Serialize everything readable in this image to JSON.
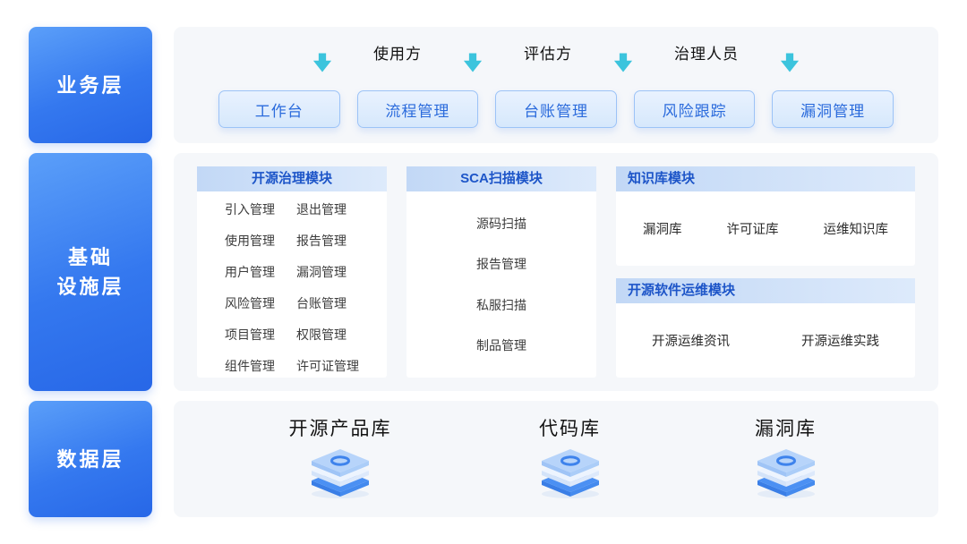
{
  "business_layer": {
    "label": "业务层",
    "actors": [
      "使用方",
      "评估方",
      "治理人员"
    ],
    "buttons": [
      "工作台",
      "流程管理",
      "台账管理",
      "风险跟踪",
      "漏洞管理"
    ]
  },
  "infrastructure_layer": {
    "label": "基础\n设施层",
    "modules": {
      "governance": {
        "title": "开源治理模块",
        "rows": [
          [
            "引入管理",
            "退出管理"
          ],
          [
            "使用管理",
            "报告管理"
          ],
          [
            "用户管理",
            "漏洞管理"
          ],
          [
            "风险管理",
            "台账管理"
          ],
          [
            "项目管理",
            "权限管理"
          ],
          [
            "组件管理",
            "许可证管理"
          ]
        ]
      },
      "sca": {
        "title": "SCA扫描模块",
        "items": [
          "源码扫描",
          "报告管理",
          "私服扫描",
          "制品管理"
        ]
      },
      "knowledge": {
        "title": "知识库模块",
        "items": [
          "漏洞库",
          "许可证库",
          "运维知识库"
        ]
      },
      "ops": {
        "title": "开源软件运维模块",
        "items": [
          "开源运维资讯",
          "开源运维实践"
        ]
      }
    }
  },
  "data_layer": {
    "label": "数据层",
    "databases": [
      "开源产品库",
      "代码库",
      "漏洞库"
    ]
  },
  "colors": {
    "layer_box_gradient": [
      "#5b9ff9",
      "#2767e7"
    ],
    "panel_bg": "#f5f7fa",
    "button_bg": "#d6e8fc",
    "button_border": "#9cc3f7",
    "button_text": "#2b6bdc",
    "module_header_bg": "#c2d8f6",
    "module_header_text": "#1d55c8",
    "arrow": "#3cc4dd",
    "db_icon_blue": "#4b90f3"
  }
}
